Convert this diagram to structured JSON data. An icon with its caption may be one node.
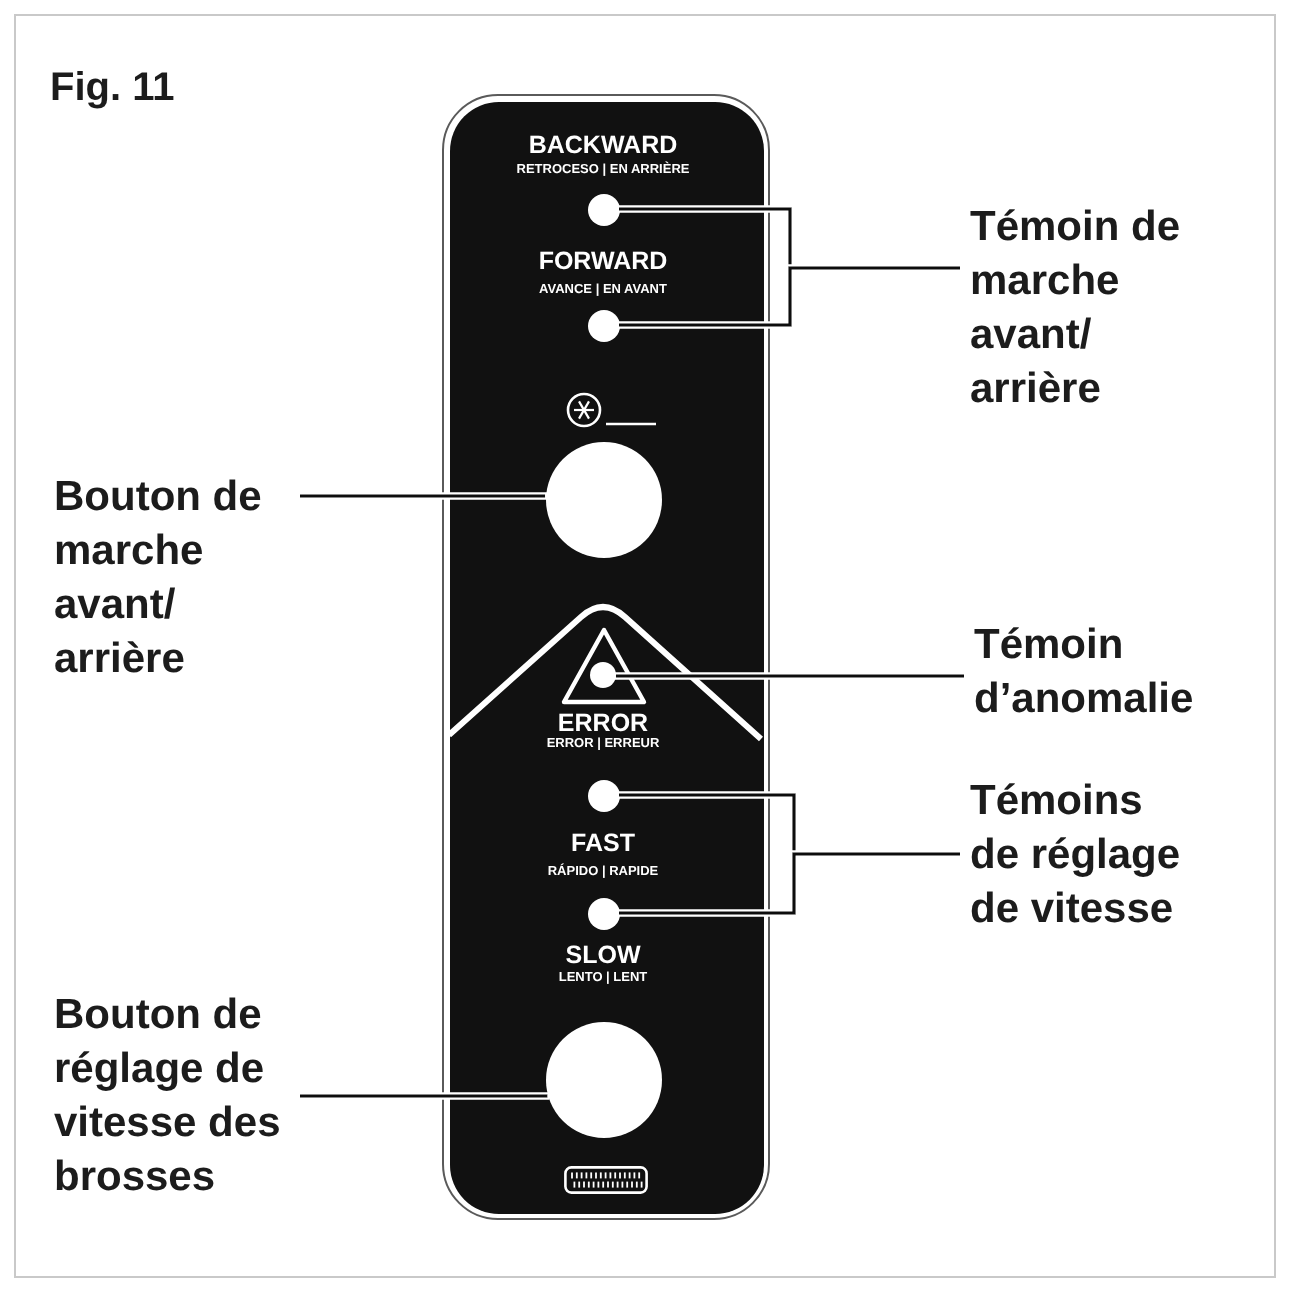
{
  "diagram": {
    "title": "Fig. 11",
    "nodes": [
      {
        "text": [],
        "shape": "box"
      },
      {
        "text": [],
        "shape": "circle",
        "in": 0,
        "beside": [
          "BACKWARD",
          "RETROCESO | EN ARRIÈRE"
        ]
      },
      {
        "text": [],
        "shape": "circle",
        "in": 0,
        "beside": [
          "FORWARD",
          "AVANCE | EN AVANT"
        ]
      },
      {
        "text": [],
        "shape": "circle",
        "in": 0
      },
      {
        "text": [],
        "shape": "circle",
        "in": 0,
        "beside": [
          "ERROR",
          "ERROR | ERREUR"
        ]
      },
      {
        "text": [],
        "shape": "circle",
        "in": 0,
        "beside": [
          "FAST",
          "RÁPIDO | RAPIDE"
        ]
      },
      {
        "text": [],
        "shape": "circle",
        "in": 0,
        "beside": [
          "SLOW",
          "LENTO | LENT"
        ]
      },
      {
        "text": [],
        "shape": "circle",
        "in": 0
      },
      {
        "text": [
          "Témoin de marche avant/ arrière"
        ]
      },
      {
        "text": [
          "Bouton de marche avant/ arrière"
        ]
      },
      {
        "text": [
          "Témoin d’anomalie"
        ]
      },
      {
        "text": [
          "Témoins de réglage de vitesse"
        ]
      },
      {
        "text": [
          "Bouton de réglage de vitesse des brosses"
        ]
      }
    ],
    "edges": [
      {
        "from": 8,
        "to": 1,
        "arrow": "none"
      },
      {
        "from": 8,
        "to": 2,
        "arrow": "none"
      },
      {
        "from": 9,
        "to": 3,
        "arrow": "none"
      },
      {
        "from": 10,
        "to": 4,
        "arrow": "none"
      },
      {
        "from": 11,
        "to": 5,
        "arrow": "none"
      },
      {
        "from": 11,
        "to": 6,
        "arrow": "none"
      },
      {
        "from": 12,
        "to": 7,
        "arrow": "none"
      }
    ]
  }
}
